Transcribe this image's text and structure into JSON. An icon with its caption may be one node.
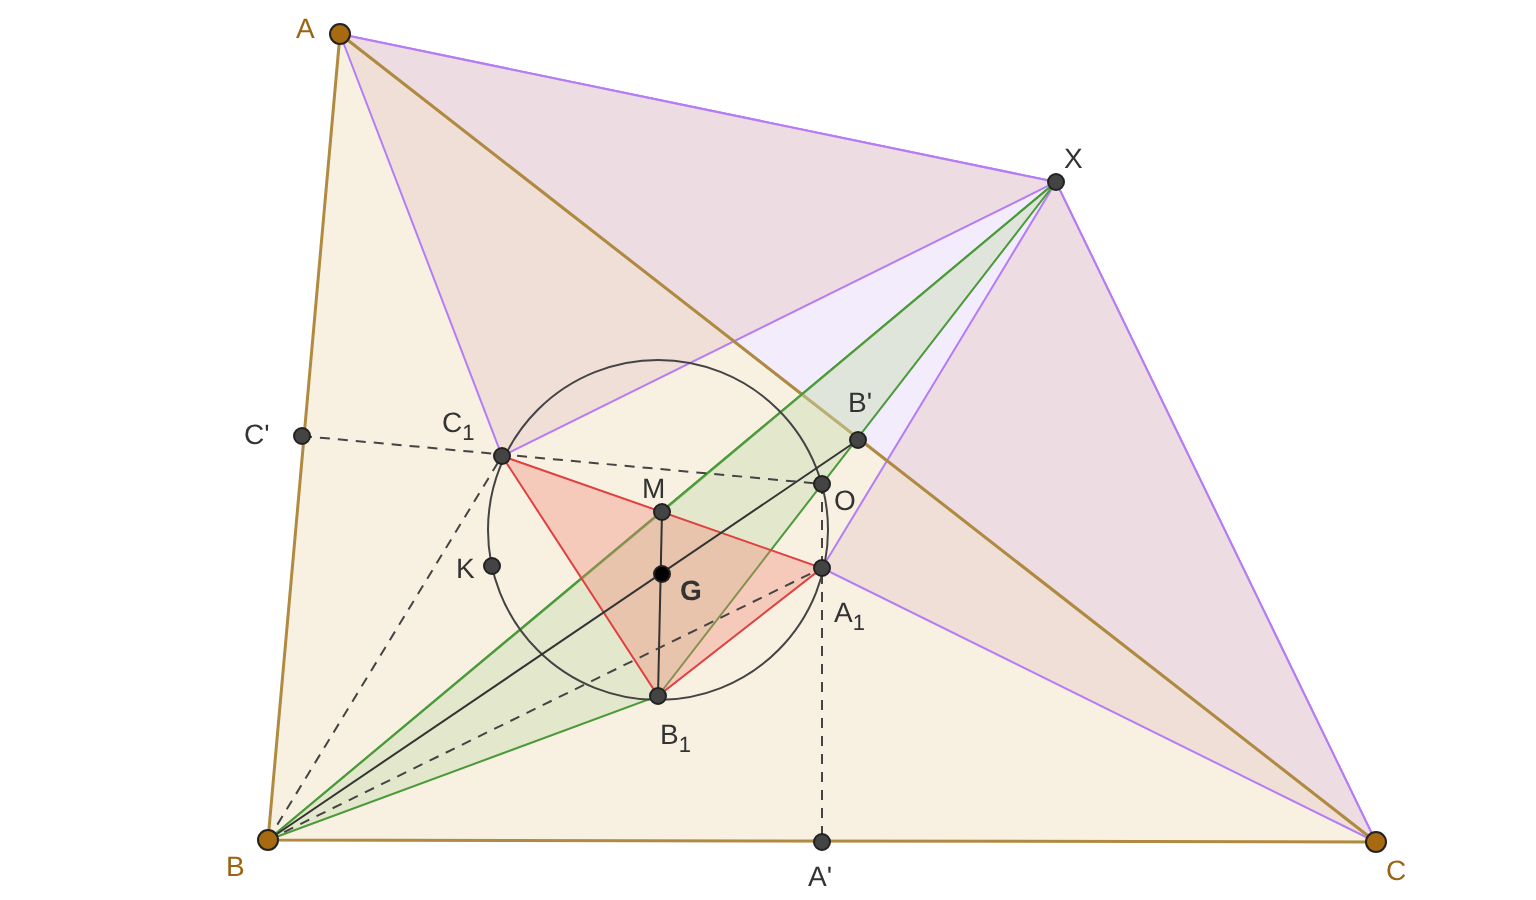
{
  "diagram": {
    "labels": [
      "A",
      "X",
      "C'",
      "C$_{1}$",
      "B'",
      "M",
      "O",
      "K",
      "G",
      "A$_{1}$",
      "B$_{1}$",
      "B",
      "A'",
      "C"
    ]
  }
}
